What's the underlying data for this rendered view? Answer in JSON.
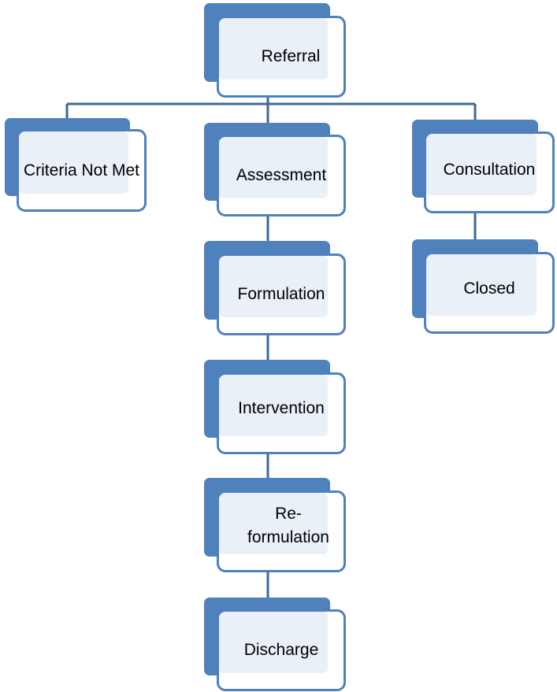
{
  "colors": {
    "box_shadow": "#4f81bd",
    "box_border": "#4f81bd",
    "box_fill": "#eaf0f8",
    "connector": "#3e6894",
    "text": "#000000"
  },
  "nodes": {
    "referral": "Referral",
    "criteria_not_met": "Criteria Not Met",
    "assessment": "Assessment",
    "consultation": "Consultation",
    "formulation": "Formulation",
    "closed": "Closed",
    "intervention": "Intervention",
    "reformulation": "Re-formulation",
    "discharge": "Discharge"
  }
}
